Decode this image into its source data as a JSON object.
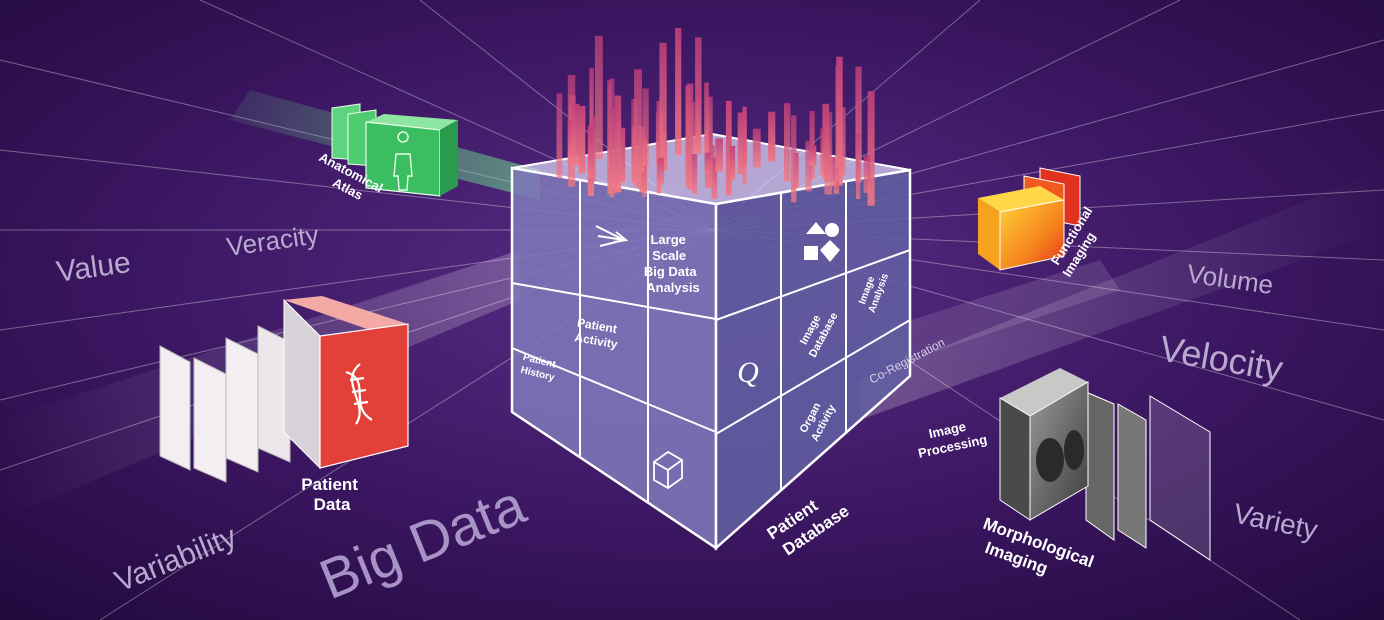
{
  "labels": {
    "value": "Value",
    "veracity": "Veracity",
    "volume": "Volume",
    "velocity": "Velocity",
    "variety": "Variety",
    "variability": "Variability",
    "big_data": "Big Data",
    "anatomical_atlas": [
      "Anatomical",
      "Atlas"
    ],
    "functional_imaging": [
      "Functional",
      "Imaging"
    ],
    "patient_data": [
      "Patient",
      "Data"
    ],
    "morphological_imaging": [
      "Morphological",
      "Imaging"
    ],
    "patient_database": [
      "Patient",
      "Database"
    ],
    "co_registration": "Co-Registration",
    "image_processing": [
      "Image",
      "Processing"
    ],
    "large_scale": [
      "Large",
      "Scale",
      "Big Data",
      "Analysis"
    ],
    "patient_activity": [
      "Patient",
      "Activity"
    ],
    "patient_history": [
      "Patient",
      "History"
    ],
    "image_database": [
      "Image",
      "Database"
    ],
    "image_analysis": [
      "Image",
      "Analysis"
    ],
    "organ_activity": [
      "Organ",
      "Activity"
    ],
    "q_symbol": "Q"
  },
  "colors": {
    "bg_dark": "#2a0f45",
    "bg_mid": "#4a2170",
    "cube_left": "#6e6aa8",
    "cube_right": "#5a5594",
    "cube_top": "#c9c4ee",
    "bars": "#e0607a",
    "atlas_green": "#3fc46a",
    "patient_red": "#e2403c",
    "functional_orange": "#f39b1c"
  }
}
